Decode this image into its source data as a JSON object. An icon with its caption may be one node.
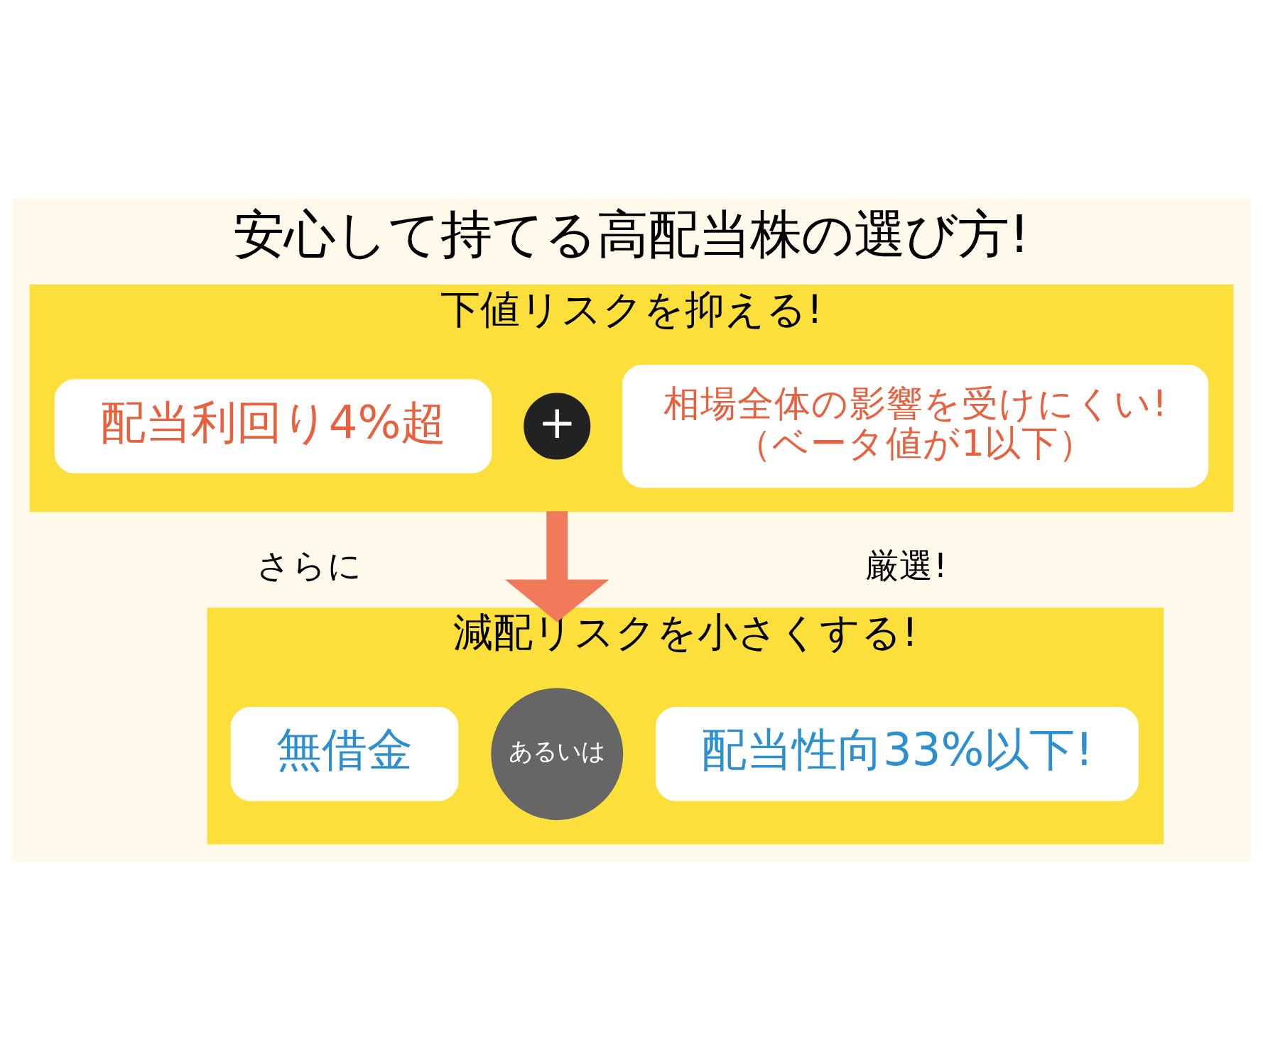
{
  "diagram": {
    "title": "安心して持てる高配当株の選び方!",
    "nodes": [
      {
        "text": [
          "下値リスクを抑える!"
        ]
      },
      {
        "text": [
          "配当利回り4%超"
        ],
        "in": 0
      },
      {
        "text": [
          "+"
        ],
        "in": 0
      },
      {
        "text": [
          "相場全体の影響を受けにくい!",
          "（ベータ値が1以下）"
        ],
        "in": 0
      },
      {
        "text": [
          "減配リスクを小さくする!"
        ]
      },
      {
        "text": [
          "無借金"
        ],
        "in": 4
      },
      {
        "text": [
          "あるいは"
        ],
        "in": 4
      },
      {
        "text": [
          "配当性向33%以下!"
        ],
        "in": 4
      }
    ],
    "edges": [
      {
        "from": 0,
        "to": 4,
        "arrow": "to"
      }
    ],
    "labels": [
      "さらに",
      "厳選!"
    ]
  }
}
